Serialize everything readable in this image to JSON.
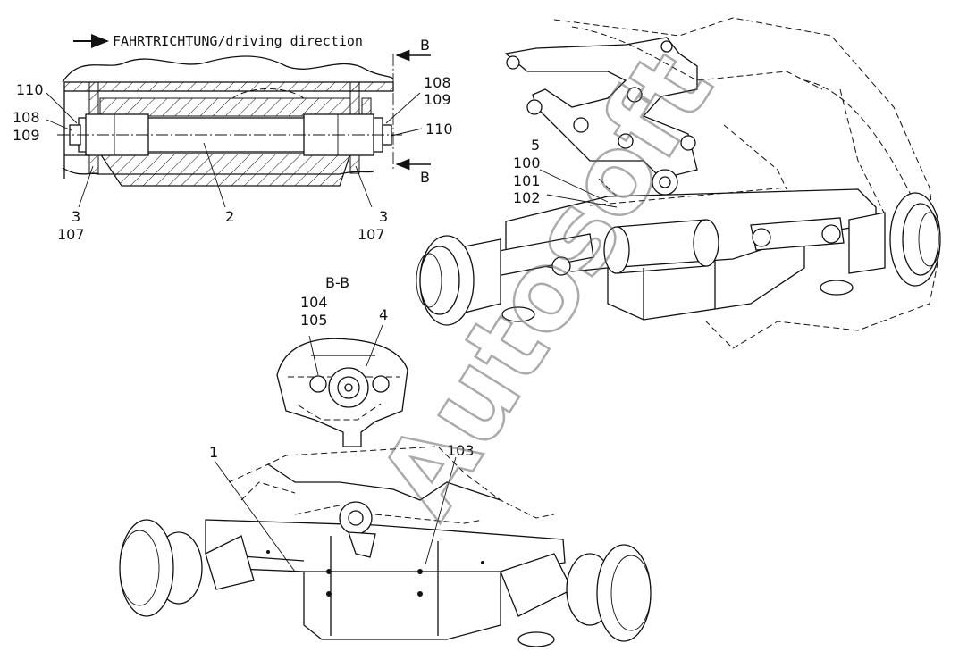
{
  "header": {
    "direction_text": "FAHRTRICHTUNG/driving direction"
  },
  "section": {
    "title": "B-B",
    "cut_label": "B"
  },
  "labels": {
    "l110a": "110",
    "l108a": "108",
    "l109a": "109",
    "l108b": "108",
    "l109b": "109",
    "l110b": "110",
    "l3a": "3",
    "l107a": "107",
    "l2": "2",
    "l3b": "3",
    "l107b": "107",
    "l5": "5",
    "l100": "100",
    "l101": "101",
    "l102": "102",
    "l104": "104",
    "l105": "105",
    "l4": "4",
    "l1": "1",
    "l103": "103"
  },
  "watermark": {
    "text": "Autosoft"
  }
}
